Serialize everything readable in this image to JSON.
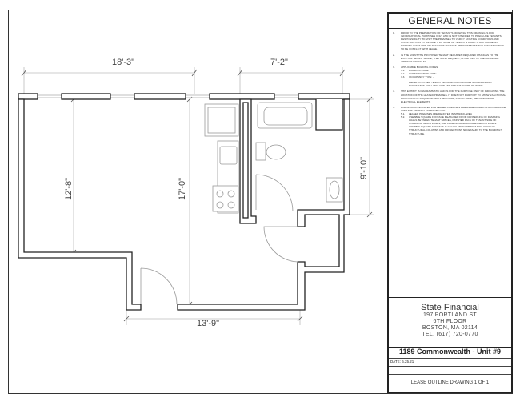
{
  "plan": {
    "dimensions": {
      "top_left_width": "18'-3\"",
      "top_right_width": "7'-2\"",
      "left_height": "12'-8\"",
      "center_height": "17'-0\"",
      "right_height": "9'-10\"",
      "bottom_width": "13'-9\""
    }
  },
  "title_block": {
    "general_notes_title": "GENERAL NOTES",
    "notes": [
      {
        "n": "1.",
        "text": "PRIOR TO THE PREPARATION OF TENANT'S DRAWING, THIS DRAWING IS FOR INFORMATIONAL PURPOSES ONLY AND IS NOT INTENDED TO PRECLUDE TENANT'S RESPONSIBILITY TO VISIT THE PREMISES TO VERIFY EXISTING CONDITIONS AND CONSTRUCTION TO ENSURE THAT NONE OF TENANT'S WORK SHALL CAUSE ANY EXISTING LANDLORD OR ADJACENT TENANTS IMPROVEMENTS AND CONSTRUCTION TO BE CONFLICT WITH LEASE."
      },
      {
        "n": "2.",
        "text": "IN THE EVENT THE PROPOSED TENANT REQUIRES REQUIRED CHANGES TO THE EXISTING TENANT SPACE, THEY MUST REQUEST, IN WRITING TO THE LANDLORD APPROVAL TO DO SO."
      },
      {
        "n": "3.",
        "text": "APPLICABLE BUILDING CODES:",
        "subs": [
          {
            "n": "3.1.",
            "text": "BUILDING CODE: -"
          },
          {
            "n": "3.2.",
            "text": "CONSTRUCTION TYPE: -"
          },
          {
            "n": "3.3.",
            "text": "OCCUPANCY TYPE: -"
          }
        ],
        "after": "REFER TO OTHER TENANT INFORMATION PACKAGE MATERIALS AND DOCUMENTS FOR LANDLORD AND TENANT SCOPE OF WORK."
      },
      {
        "n": "4.",
        "text": "THIS EXHIBIT IS DIAGRAMMATIC AND IS FOR THE PURPOSE ONLY OF INDICATING THE LOCATION OF THE LEASED PREMISES. IT DOES NOT PURPORT TO SHOW EXACT FINAL LOCATIONS OF REQUIRED ARCHITECTURAL, STRUCTURAL, MECHANICAL OR ELECTRICAL ELEMENTS."
      },
      {
        "n": "5.",
        "text": "DIMENSIONS INDICATED FOR LEASED PREMISES ARE AS MEASURED IN ACCORDANCE WITH THE CRITERIA STATED BELOW:",
        "subs": [
          {
            "n": "5.1.",
            "text": "LEASED PREMISES ARE DENOTED IN SHADED AREA"
          },
          {
            "n": "5.2.",
            "text": "USEABLE SQUARE FOOTAGE MEASURED FROM CENTERLINE OF DEMISING WALLS BETWEEN TENANT SPACES, FINISHED FACE OF TENANT SIDE OF CORRIDOR SPACE WALLS, AND FACE OF GLAZING OR EXTERIOR WALLS. USEABLE SQUARE FOOTAGE IS CALCULATED WITHOUT EXCLUSION OF STRUCTURAL COLUMNS AND PROJECTIONS NECESSARY TO THE BUILDING'S STRUCTURE."
          }
        ]
      }
    ],
    "company": {
      "name": "State Financial",
      "address1": "197 PORTLAND ST",
      "address2": "6TH FLOOR",
      "city": "BOSTON, MA 02114",
      "tel": "TEL. (617) 720-0770"
    },
    "project": "1189 Commonwealth - Unit #9",
    "date_label": "DATE:",
    "date_value": "6.25.21",
    "sheet": "LEASE OUTLINE DRAWING 1 OF 1"
  }
}
